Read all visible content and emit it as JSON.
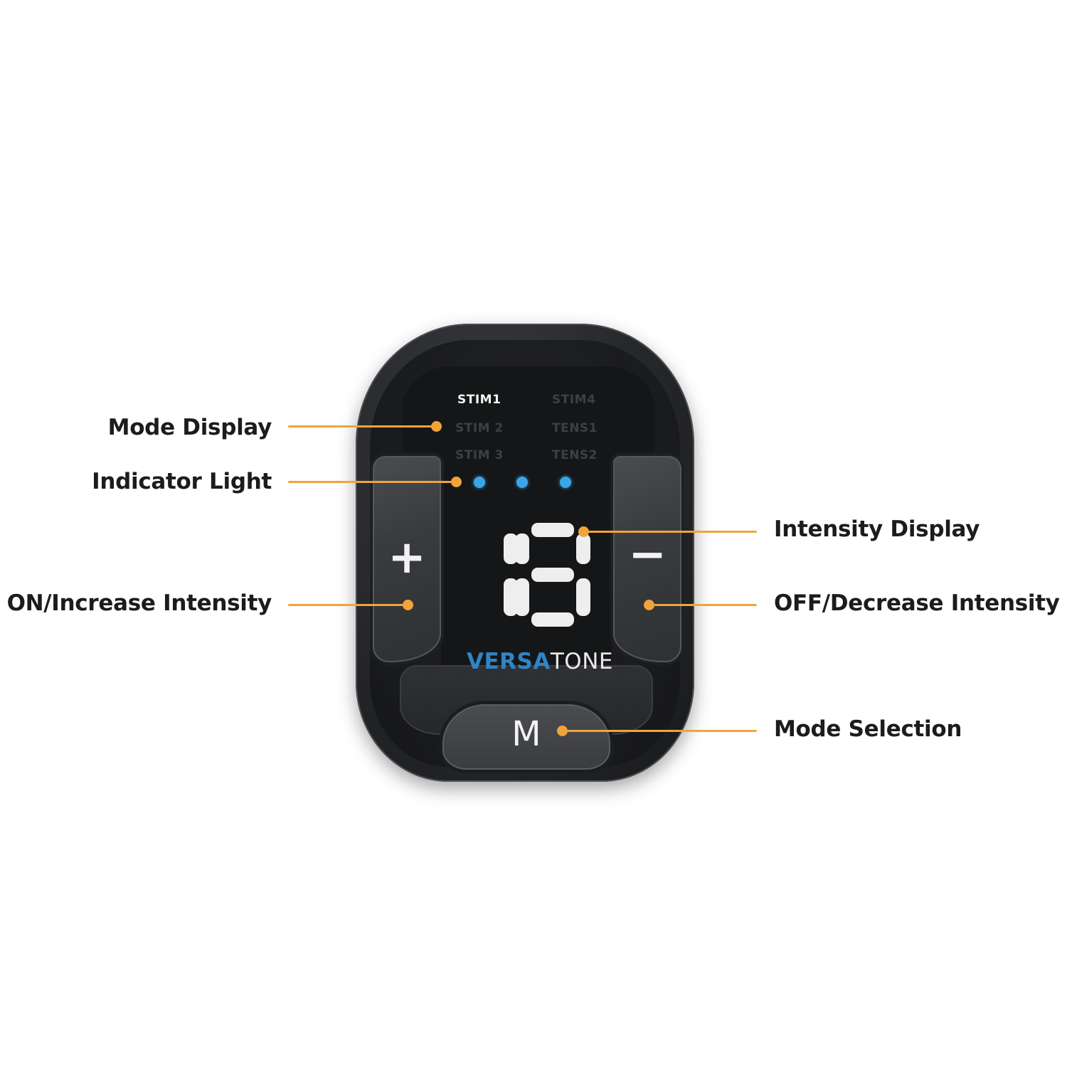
{
  "callouts": {
    "mode_display": "Mode Display",
    "indicator_light": "Indicator Light",
    "on_increase": "ON/Increase Intensity",
    "intensity_display": "Intensity Display",
    "off_decrease": "OFF/Decrease Intensity",
    "mode_selection": "Mode Selection"
  },
  "device": {
    "modes_left": [
      "STIM1",
      "STIM 2",
      "STIM 3"
    ],
    "modes_right": [
      "STIM4",
      "TENS1",
      "TENS2"
    ],
    "active_mode": "STIM1",
    "intensity_value": "18",
    "plus_label": "+",
    "minus_label": "−",
    "mode_button_label": "M",
    "brand_part1": "VERSA",
    "brand_part2": "TONE"
  },
  "colors": {
    "leader": "#f0a43a",
    "led": "#3aa6ea",
    "brand_accent": "#2f84c6",
    "device_body": "#232427"
  }
}
